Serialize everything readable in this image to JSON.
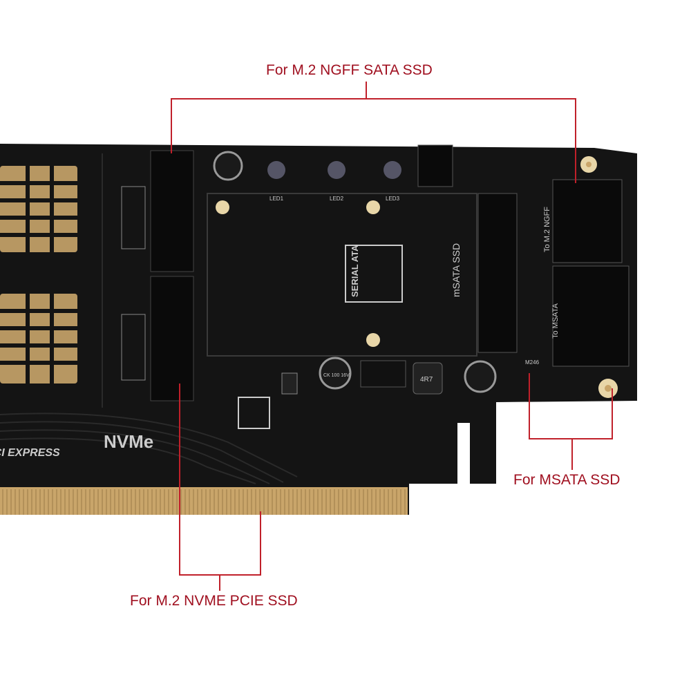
{
  "callouts": {
    "ngff_sata": "For M.2 NGFF SATA SSD",
    "msata": "For MSATA SSD",
    "nvme_pcie": "For M.2 NVME PCIE SSD"
  },
  "board_markings": {
    "nvme": "NVMe",
    "pci_express": "PCI EXPRESS",
    "msata_ssd": "mSATA SSD",
    "to_ngff": "To M.2 NGFF",
    "to_msata": "To MSATA",
    "serial_ata": "SERIAL ATA",
    "led1": "LED1",
    "led2": "LED2",
    "led3": "LED3",
    "m246": "M246",
    "cap1": "CK 100 16V",
    "inductor": "4R7"
  },
  "colors": {
    "callout": "#a01020",
    "pcb": "#141414",
    "gold": "#c9a56a"
  }
}
